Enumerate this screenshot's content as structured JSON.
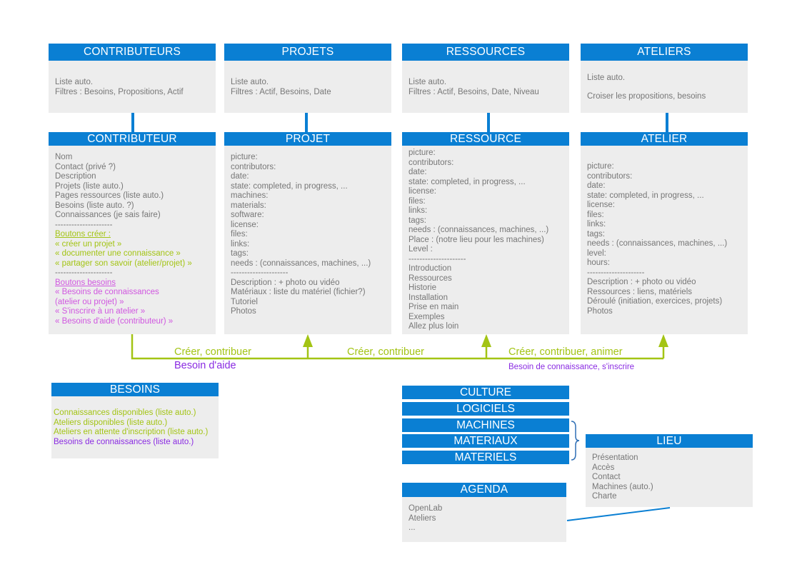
{
  "colors": {
    "header_blue": "#0a7fd3",
    "box_gray": "#ededed",
    "text_gray": "#777777",
    "action_green": "#a3c414",
    "needs_pink": "#d057e0",
    "needs_purple": "#8a2be2"
  },
  "lists": {
    "contributeurs": {
      "title": "CONTRIBUTEURS",
      "lines": [
        "Liste auto.",
        "Filtres : Besoins, Propositions, Actif"
      ]
    },
    "projets": {
      "title": "PROJETS",
      "lines": [
        "Liste auto.",
        "Filtres : Actif, Besoins, Date"
      ]
    },
    "ressources": {
      "title": "RESSOURCES",
      "lines": [
        "Liste auto.",
        "Filtres : Actif, Besoins, Date, Niveau"
      ]
    },
    "ateliers": {
      "title": "ATELIERS",
      "lines": [
        "Liste auto.",
        "Croiser les propositions, besoins"
      ]
    }
  },
  "entities": {
    "contributeur": {
      "title": "CONTRIBUTEUR",
      "fields": [
        "Nom",
        "Contact (privé ?)",
        "Description",
        "Projets (liste auto.)",
        "Pages ressources (liste auto.)",
        "Besoins (liste auto. ?)",
        "Connaissances (je sais faire)",
        "---------------------"
      ],
      "create_heading": "Boutons créer :",
      "create_items": [
        "« créer un projet »",
        "« documenter une connaissance »",
        "« partager son savoir (atelier/projet) »"
      ],
      "separator": "---------------------",
      "needs_heading": "Boutons besoins",
      "needs_items": [
        "« Besoins de connaissances",
        "(atelier ou projet) »",
        "« S'inscrire à un atelier »",
        "« Besoins d'aide (contributeur) »"
      ]
    },
    "projet": {
      "title": "PROJET",
      "fields": [
        "picture:",
        "contributors:",
        "date:",
        "state: completed, in progress, ...",
        "machines:",
        "materials:",
        "software:",
        "license:",
        "files:",
        "links:",
        "tags:",
        "needs : (connaissances, machines, ...)",
        "---------------------",
        "Description : + photo ou vidéo",
        "Matériaux : liste du matériel (fichier?)",
        "Tutoriel",
        "Photos"
      ]
    },
    "ressource": {
      "title": "RESSOURCE",
      "fields": [
        "picture:",
        "contributors:",
        "date:",
        "state: completed, in progress, ...",
        "license:",
        "files:",
        "links:",
        "tags:",
        "needs : (connaissances, machines, ...)",
        "Place : (notre lieu pour les machines)",
        "Level :",
        "---------------------",
        "Introduction",
        "Ressources",
        "Historie",
        "Installation",
        "Prise en main",
        "Exemples",
        "Allez plus loin"
      ]
    },
    "atelier": {
      "title": "ATELIER",
      "fields": [
        "picture:",
        "contributors:",
        "date:",
        "state: completed, in progress, ...",
        "license:",
        "files:",
        "links:",
        "tags:",
        "needs : (connaissances, machines, ...)",
        "level:",
        "hours:",
        "---------------------",
        "Description : + photo ou vidéo",
        "Ressources : liens, matériels",
        "Déroulé (initiation, exercices, projets)",
        "Photos"
      ]
    }
  },
  "flows": {
    "label_1": "Créer, contribuer",
    "label_1b": "Besoin d'aide",
    "label_2": "Créer, contribuer",
    "label_3": "Créer, contribuer, animer",
    "label_3b": "Besoin de connaissance, s'inscrire"
  },
  "besoins": {
    "title": "BESOINS",
    "green_lines": [
      "Connaissances disponibles (liste auto.)",
      "Ateliers disponibles (liste auto.)",
      "Ateliers en attente d'inscription (liste auto.)"
    ],
    "purple_line": "Besoins de connaissances (liste auto.)"
  },
  "categories": [
    "CULTURE",
    "LOGICIELS",
    "MACHINES",
    "MATERIAUX",
    "MATERIELS"
  ],
  "agenda": {
    "title": "AGENDA",
    "lines": [
      "OpenLab",
      "Ateliers",
      "..."
    ]
  },
  "lieu": {
    "title": "LIEU",
    "lines": [
      "Présentation",
      "Accès",
      "Contact",
      "Machines (auto.)",
      "Charte"
    ]
  }
}
